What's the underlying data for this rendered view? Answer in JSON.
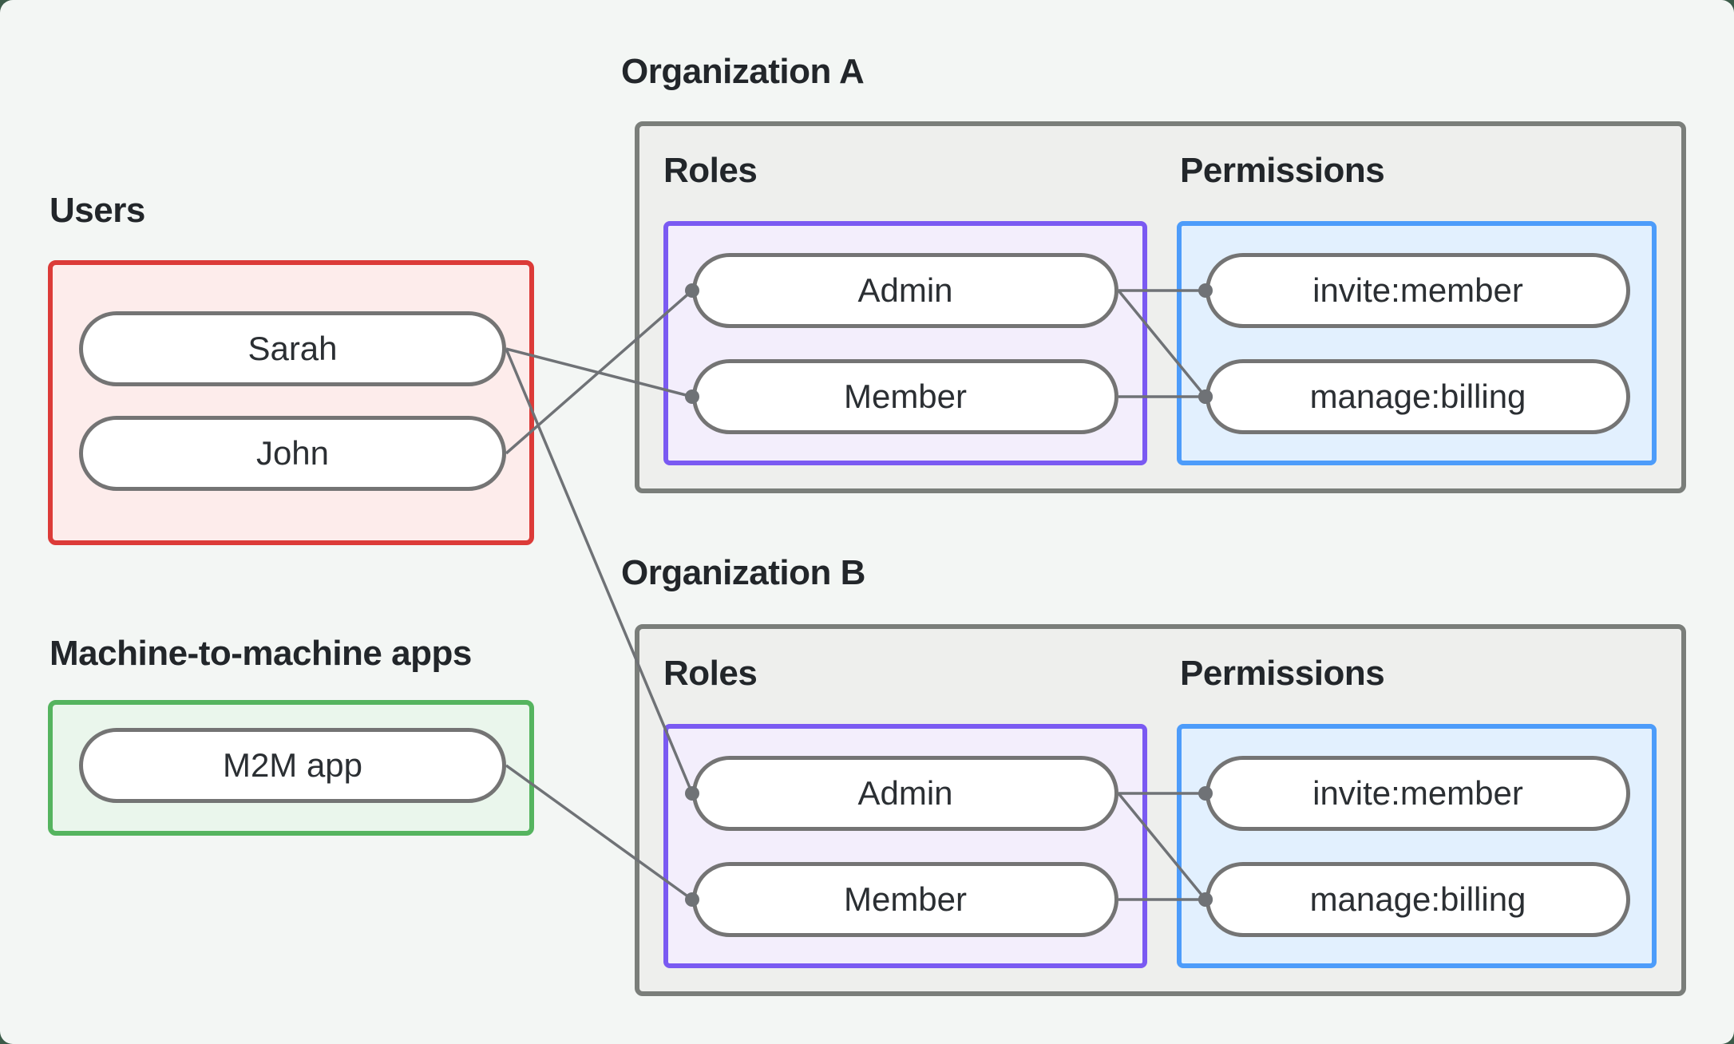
{
  "page": {
    "outer_background": "#3c5b49",
    "canvas_background": "#f3f6f4"
  },
  "users_group": {
    "label": "Users",
    "border_color": "#dc3b38",
    "fill_color": "#fdeceb",
    "items": [
      "Sarah",
      "John"
    ]
  },
  "m2m_group": {
    "label": "Machine-to-machine apps",
    "border_color": "#55b45f",
    "fill_color": "#eaf6ec",
    "items": [
      "M2M app"
    ]
  },
  "organizations": [
    {
      "label": "Organization A",
      "roles_label": "Roles",
      "permissions_label": "Permissions",
      "roles": [
        "Admin",
        "Member"
      ],
      "permissions": [
        "invite:member",
        "manage:billing"
      ]
    },
    {
      "label": "Organization B",
      "roles_label": "Roles",
      "permissions_label": "Permissions",
      "roles": [
        "Admin",
        "Member"
      ],
      "permissions": [
        "invite:member",
        "manage:billing"
      ]
    }
  ],
  "colors": {
    "org_box_border": "#7a7e7a",
    "org_box_fill": "#eeefed",
    "roles_box_border": "#7a5af2",
    "roles_box_fill": "#f3eefc",
    "permissions_box_border": "#4d9cfa",
    "permissions_box_fill": "#e2f0fe",
    "node_border": "#747474",
    "node_fill": "#ffffff",
    "edge_color": "#6f7276",
    "heading_text": "#22262a",
    "node_text": "#2b2f33"
  },
  "edges": [
    {
      "from": "users.sarah",
      "to": "org_a.role.member"
    },
    {
      "from": "users.john",
      "to": "org_a.role.admin"
    },
    {
      "from": "users.sarah",
      "to": "org_b.role.admin"
    },
    {
      "from": "m2m.app",
      "to": "org_b.role.member"
    },
    {
      "from": "org_a.role.admin",
      "to": "org_a.perm.invite"
    },
    {
      "from": "org_a.role.admin",
      "to": "org_a.perm.manage"
    },
    {
      "from": "org_a.role.member",
      "to": "org_a.perm.manage"
    },
    {
      "from": "org_b.role.admin",
      "to": "org_b.perm.invite"
    },
    {
      "from": "org_b.role.admin",
      "to": "org_b.perm.manage"
    },
    {
      "from": "org_b.role.member",
      "to": "org_b.perm.manage"
    }
  ]
}
